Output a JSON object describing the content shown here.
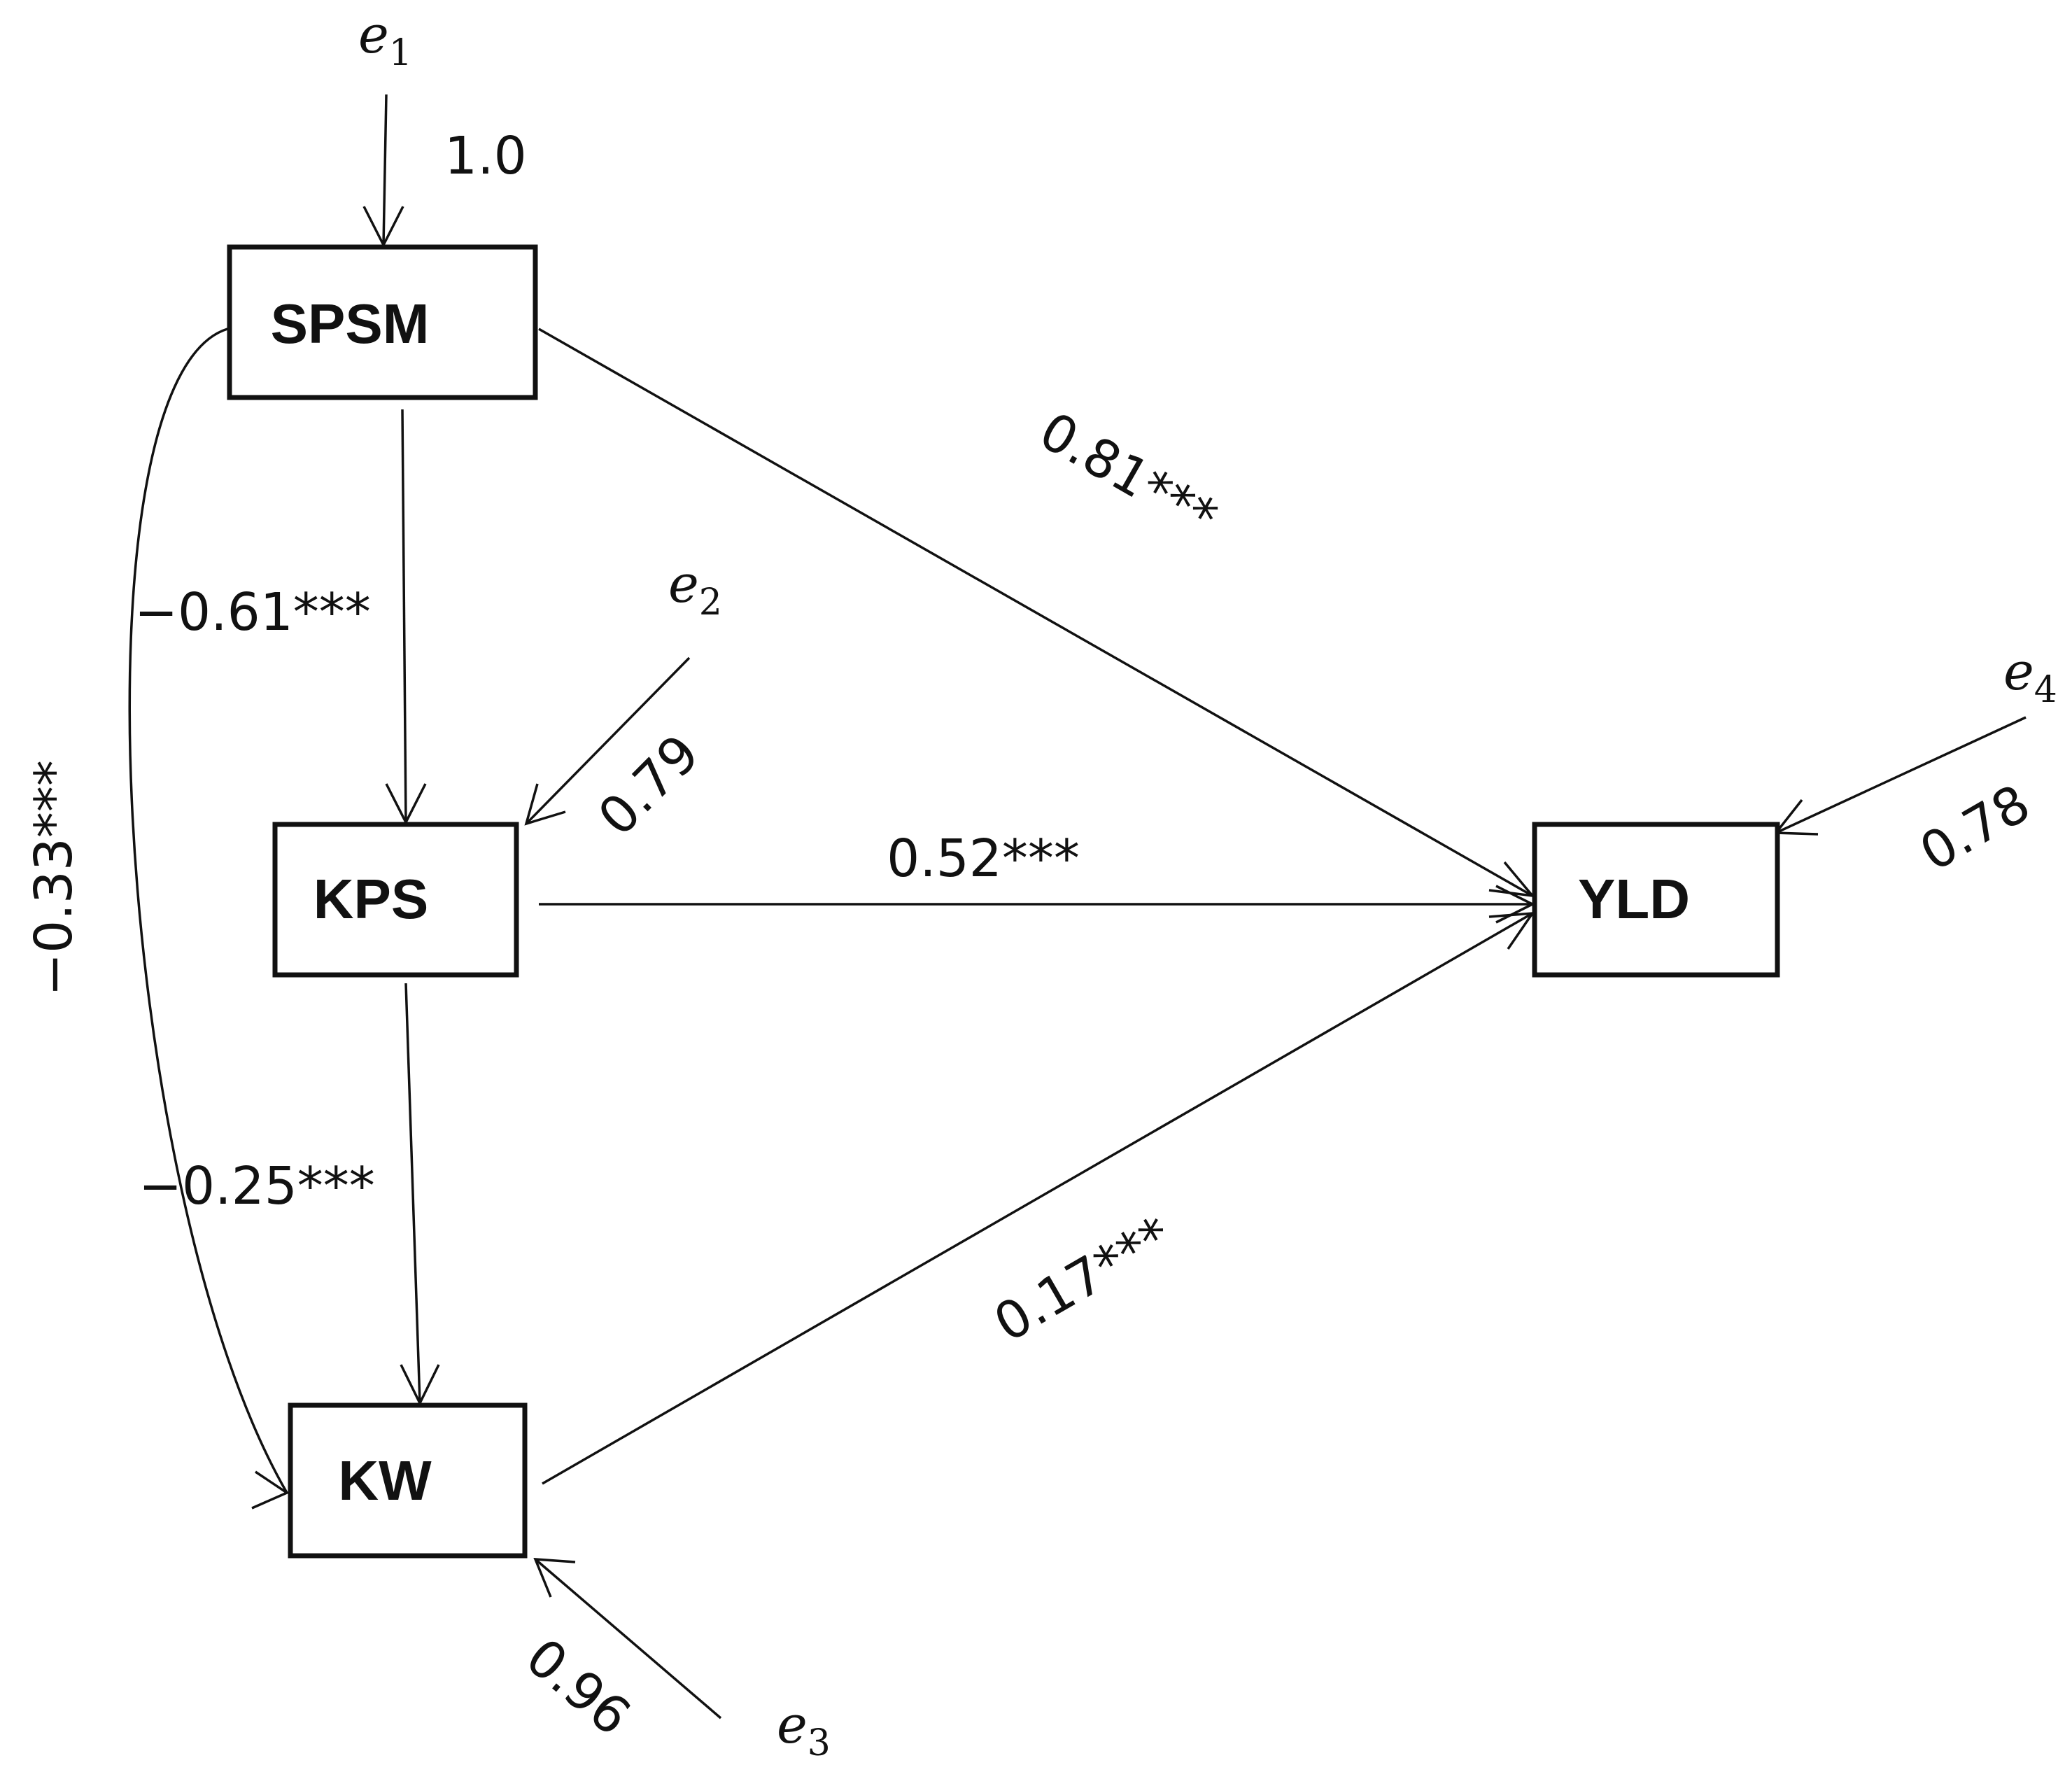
{
  "nodes": {
    "spsm": "SPSM",
    "kps": "KPS",
    "kw": "KW",
    "yld": "YLD"
  },
  "errors": {
    "e1": {
      "base": "e",
      "sub": "1"
    },
    "e2": {
      "base": "e",
      "sub": "2"
    },
    "e3": {
      "base": "e",
      "sub": "3"
    },
    "e4": {
      "base": "e",
      "sub": "4"
    }
  },
  "paths": {
    "e1_spsm": "1.0",
    "spsm_kps": "−0.61***",
    "spsm_kw": "−0.33***",
    "spsm_yld": "0.81***",
    "e2_kps": "0.79",
    "kps_yld": "0.52***",
    "kps_kw": "−0.25***",
    "kw_yld": "0.17***",
    "e3_kw": "0.96",
    "e4_yld": "0.78"
  }
}
